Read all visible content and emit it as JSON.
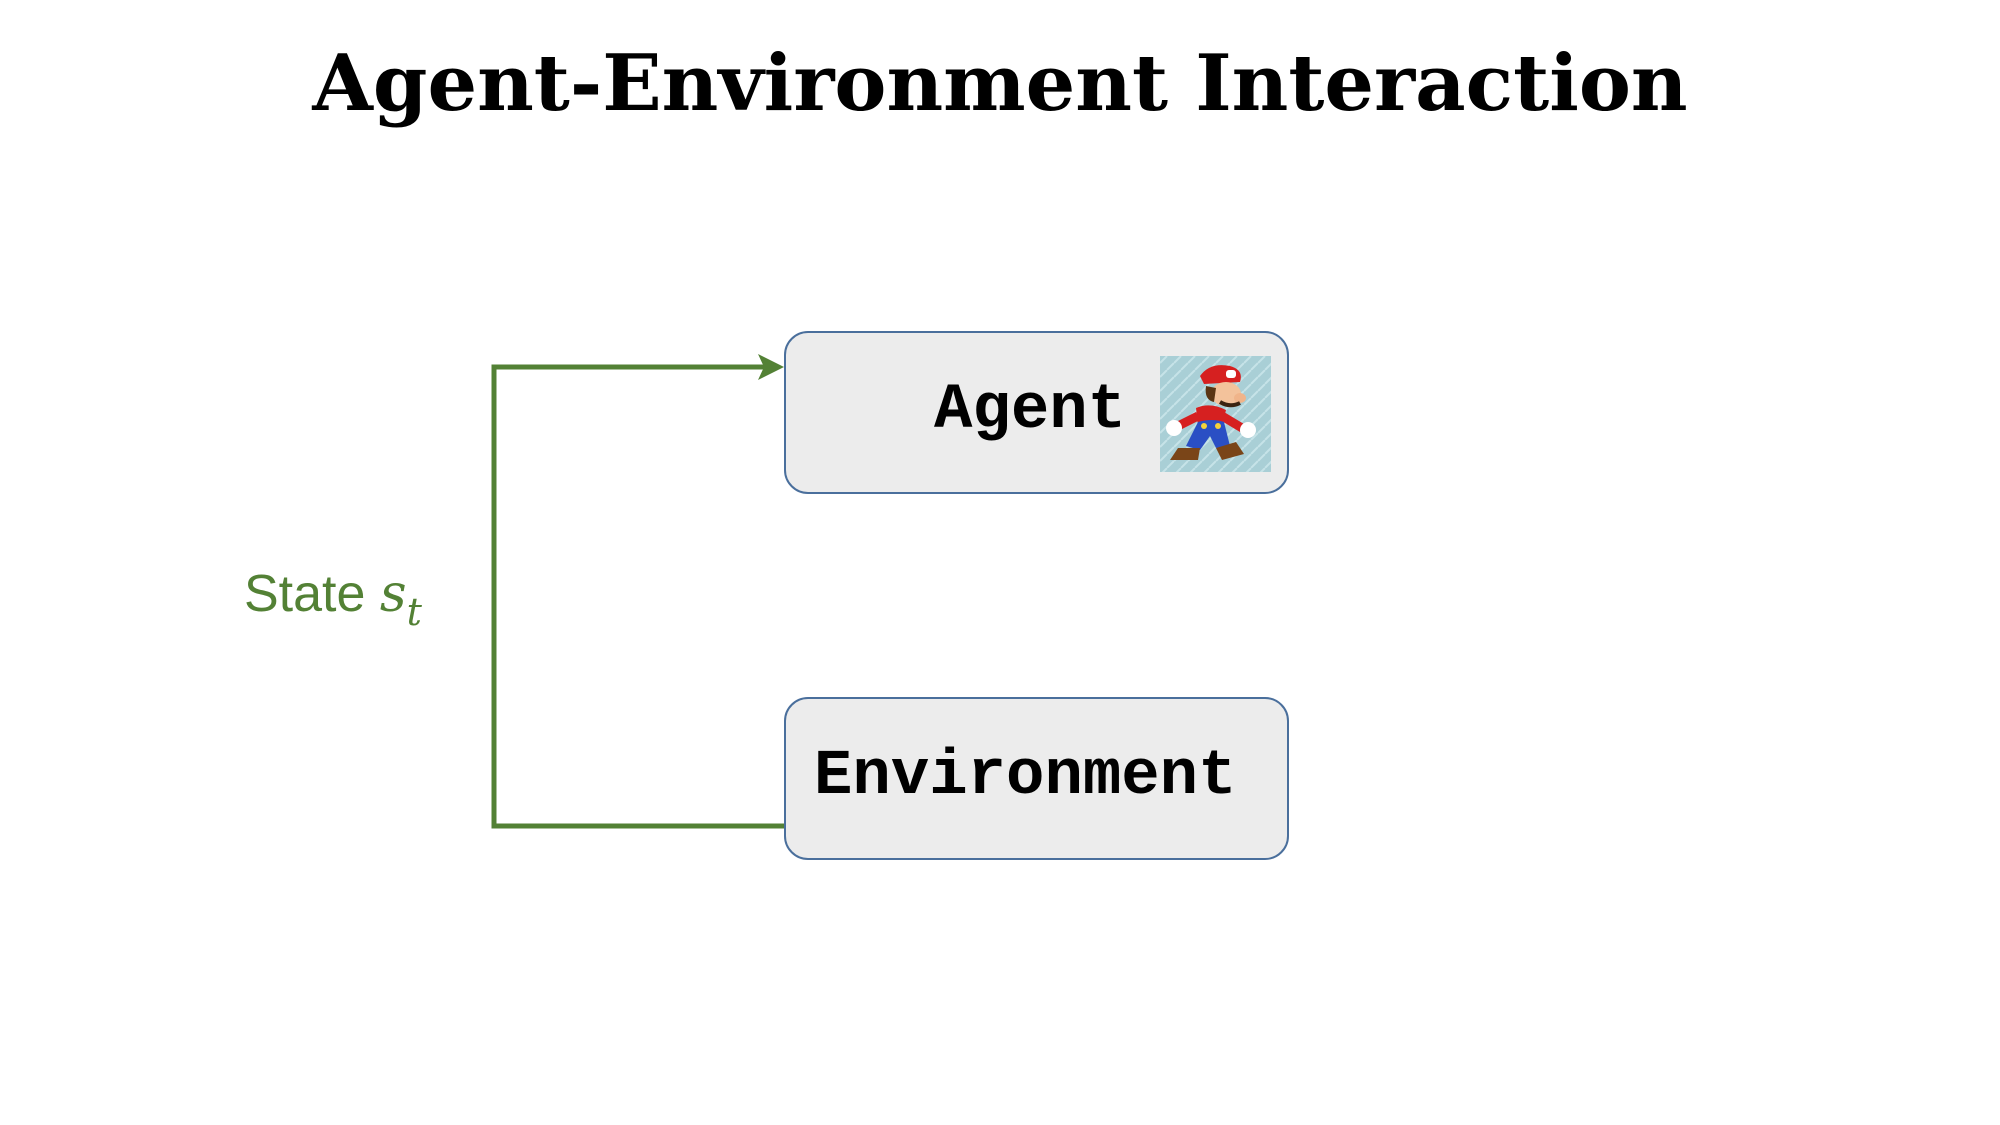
{
  "title": "Agent-Environment Interaction",
  "agent": {
    "label": "Agent",
    "icon": "mario-character-icon"
  },
  "environment": {
    "label": "Environment"
  },
  "state_arrow": {
    "label_prefix": "State",
    "variable": "s",
    "subscript": "t",
    "color": "#538135"
  },
  "colors": {
    "box_fill": "#ececec",
    "box_border": "#4a6f9c"
  }
}
